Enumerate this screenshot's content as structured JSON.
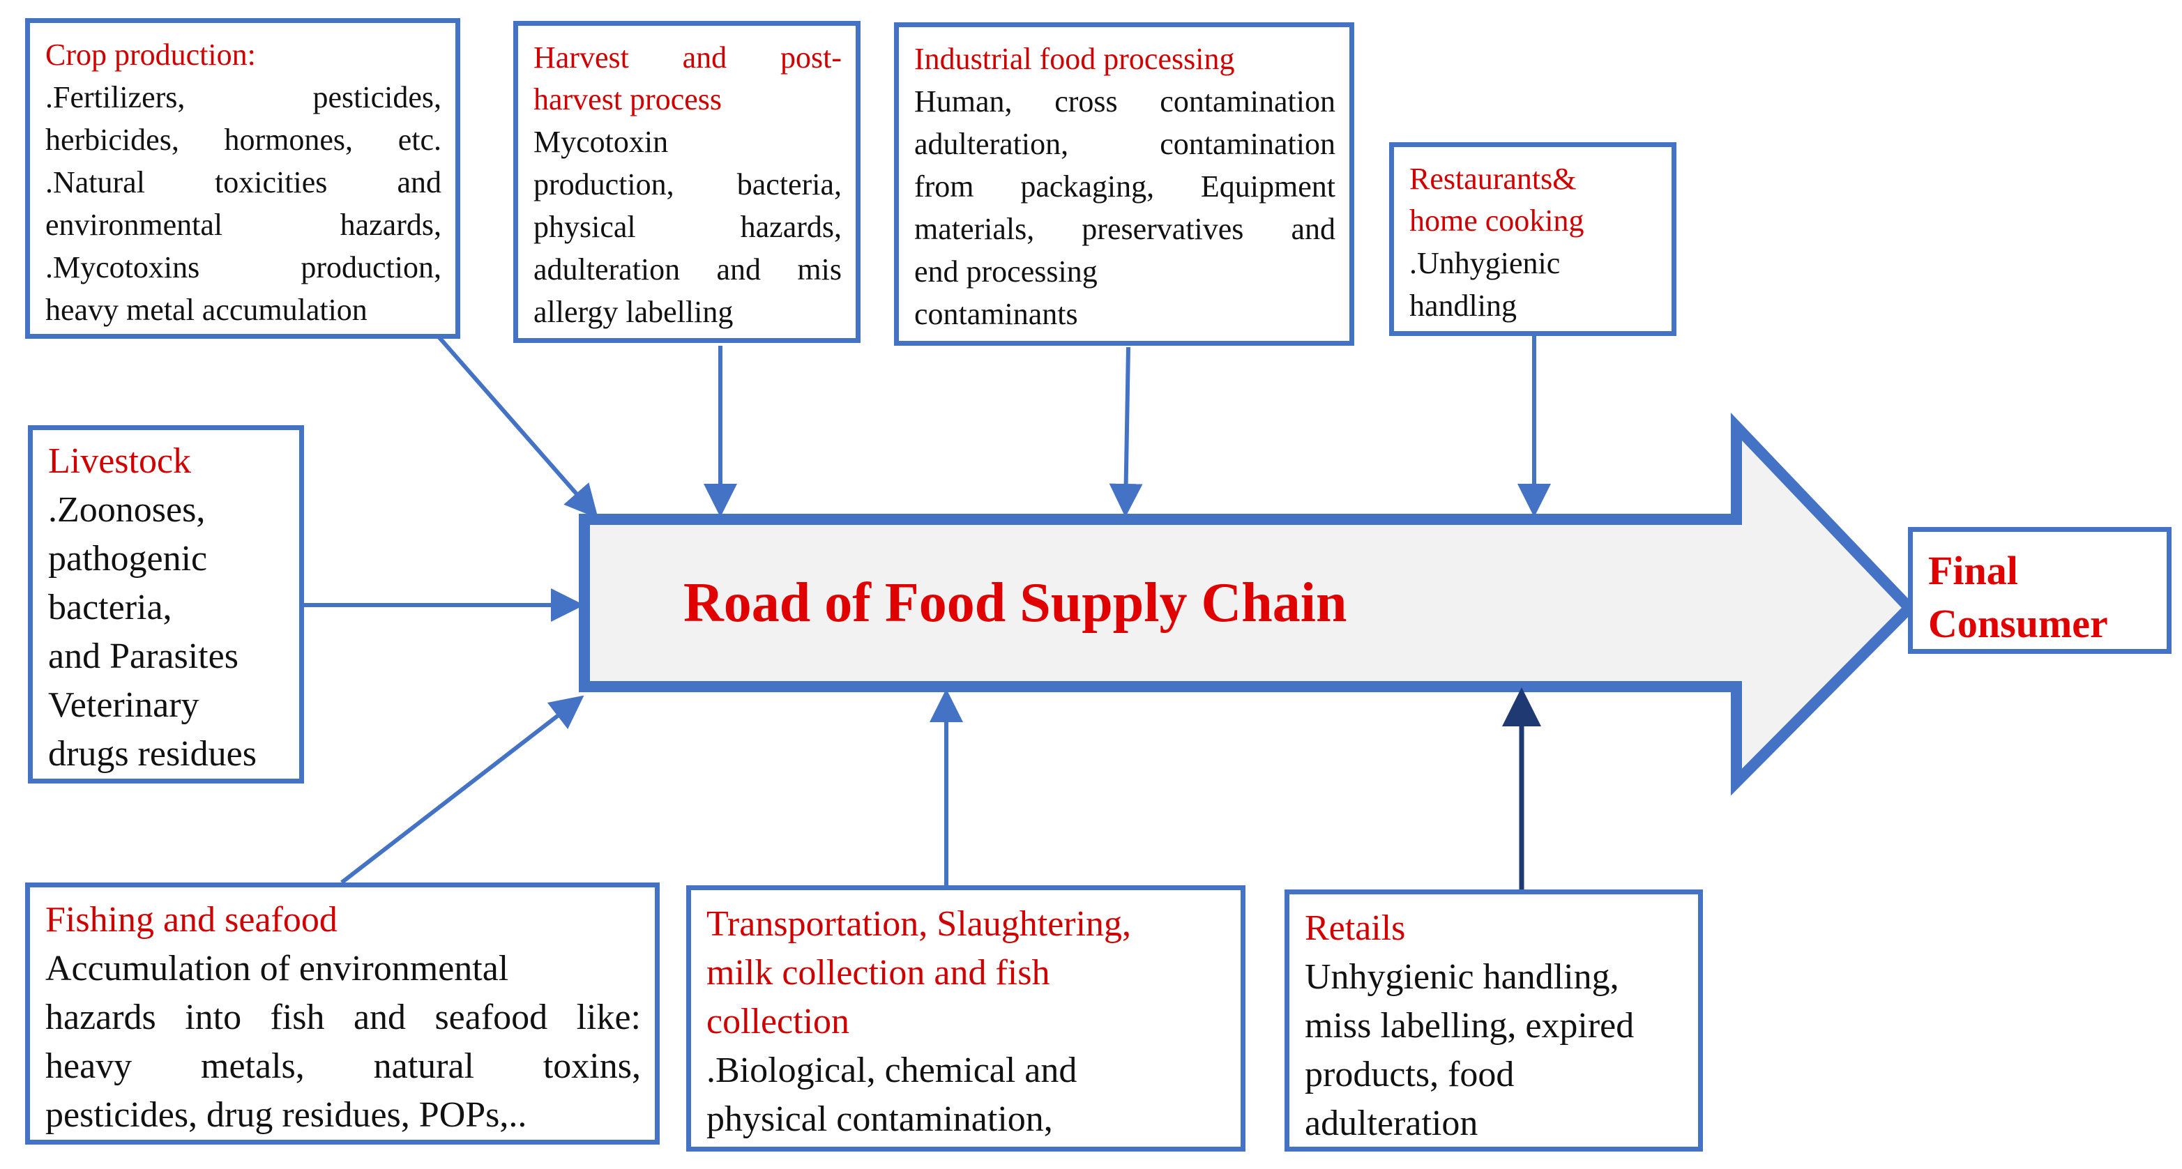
{
  "center_label": "Road of Food Supply Chain",
  "final_consumer": [
    "Final",
    "Consumer"
  ],
  "colors": {
    "box_border": "#4472c4",
    "title_red": "#d00000",
    "arrow_fill": "#f2f2f2",
    "retail_arrow": "#1f3a73"
  },
  "boxes": {
    "crop": {
      "title": [
        "Crop production:"
      ],
      "lines": [
        ".Fertilizers, pesticides,",
        "herbicides, hormones, etc.",
        ".Natural toxicities and",
        "environmental hazards,",
        ".Mycotoxins production,",
        "heavy metal accumulation"
      ]
    },
    "harvest": {
      "title": [
        "Harvest and post-",
        "harvest process"
      ],
      "lines": [
        "Mycotoxin",
        "production, bacteria,",
        "physical hazards,",
        "adulteration and mis",
        "allergy labelling"
      ]
    },
    "industrial": {
      "title": [
        "Industrial food processing"
      ],
      "lines": [
        "Human, cross contamination",
        "adulteration, contamination",
        "from packaging, Equipment",
        "materials, preservatives and",
        "end processing",
        "contaminants"
      ]
    },
    "restaurants": {
      "title": [
        "Restaurants&",
        "home cooking"
      ],
      "lines": [
        ".Unhygienic",
        "handling"
      ]
    },
    "livestock": {
      "title": [
        "Livestock"
      ],
      "lines": [
        ".Zoonoses,",
        "pathogenic",
        "bacteria,",
        "and Parasites",
        "Veterinary",
        "drugs residues"
      ]
    },
    "fishing": {
      "title": [
        "Fishing and seafood"
      ],
      "lines": [
        "Accumulation of environmental",
        "hazards into fish and seafood like:",
        "heavy metals, natural toxins,",
        "pesticides, drug residues, POPs,.."
      ]
    },
    "transport": {
      "title": [
        "Transportation, Slaughtering,",
        "milk collection and fish",
        "collection"
      ],
      "lines": [
        ".Biological, chemical and",
        "physical contamination,"
      ]
    },
    "retails": {
      "title": [
        "Retails"
      ],
      "lines": [
        "Unhygienic handling,",
        "miss labelling, expired",
        "products, food",
        "adulteration"
      ]
    }
  }
}
